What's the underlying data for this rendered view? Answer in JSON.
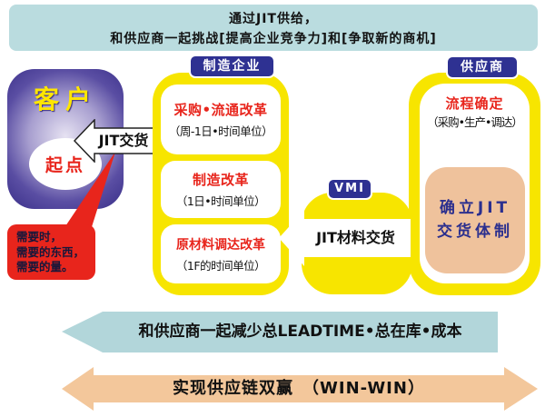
{
  "top_banner": {
    "line1": "通过JIT供给，",
    "line2": "和供应商一起挑战[提高企业竞争力]和[争取新的商机]"
  },
  "customer": {
    "title": "客户",
    "origin_label": "起点",
    "bubble_line1": "需要时，",
    "bubble_line2": "需要的东西，",
    "bubble_line3": "需要的量。"
  },
  "jit_delivery": {
    "label": "JIT交货"
  },
  "manufacturer": {
    "header": "制造企业",
    "boxes": [
      {
        "title": "采购•流通改革",
        "subtitle": "（周-1日•时间单位）"
      },
      {
        "title": "制造改革",
        "subtitle": "（1日•时间单位）"
      },
      {
        "title": "原材料调达改革",
        "subtitle": "（1F的时间单位）"
      }
    ]
  },
  "vmi": {
    "label": "VMI",
    "arrow_label": "JIT材料交货"
  },
  "supplier": {
    "header": "供应商",
    "process_title": "流程确定",
    "process_subtitle": "（采购•生产•调达）",
    "jit_box_line1": "确立JIT",
    "jit_box_line2": "交货体制"
  },
  "bottom": {
    "teal_arrow_label": "和供应商一起减少总LEADTIME•总在库•成本",
    "orange_arrow_label": "实现供应链双赢　（WIN-WIN）"
  },
  "colors": {
    "banner_bg": "#badcdf",
    "yellow": "#f7e500",
    "navy": "#2e3192",
    "red": "#e8251c",
    "orange_box": "#efc29c",
    "teal_arrow": "#b2d6da",
    "orange_arrow": "#f3c79b",
    "purple_dark": "#453a92"
  }
}
